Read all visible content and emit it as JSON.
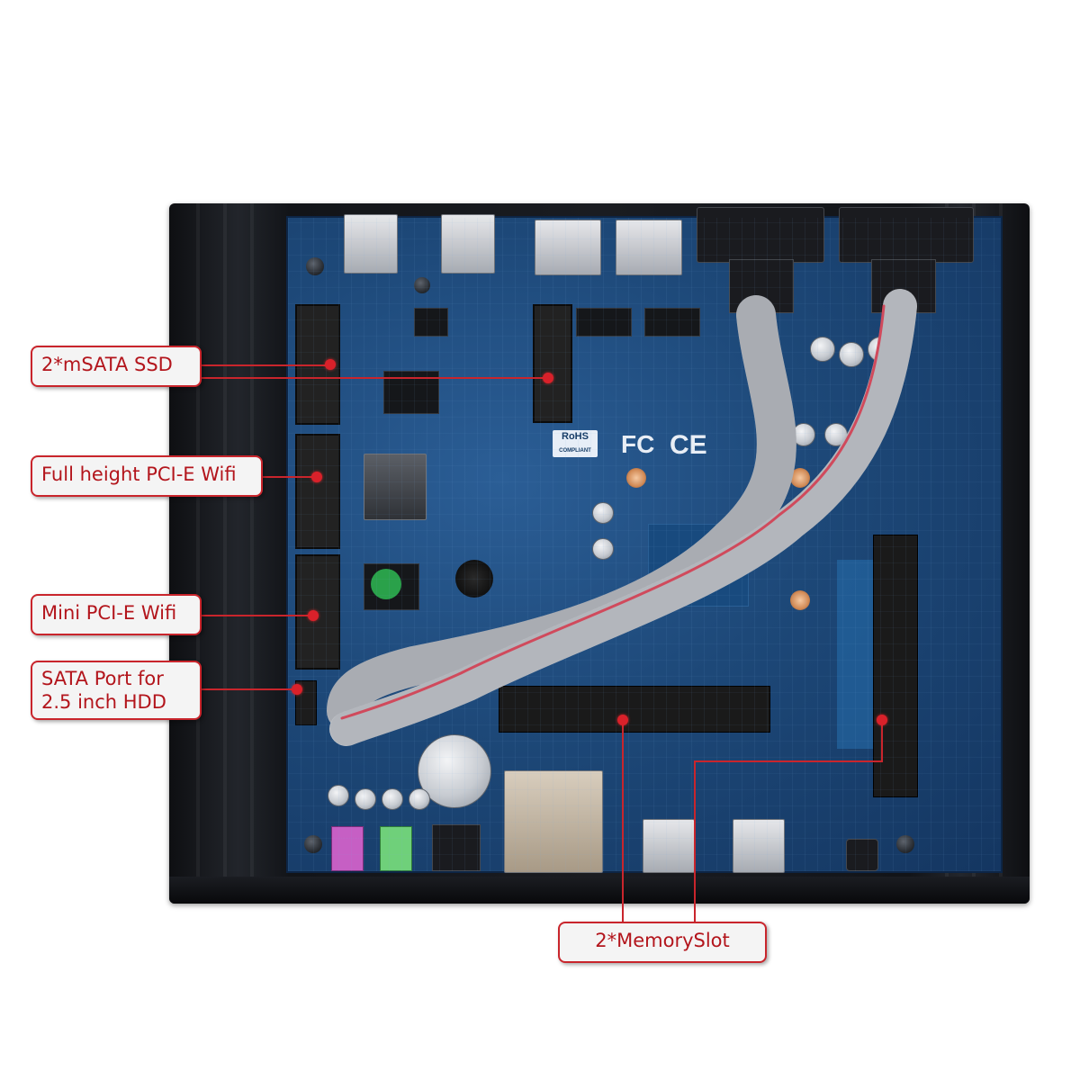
{
  "callouts": {
    "msata": "2*mSATA SSD",
    "pcie_full": "Full height PCI-E Wifi",
    "pcie_mini": "Mini PCI-E Wifi",
    "sata_line1": "SATA Port for",
    "sata_line2": "2.5 inch HDD",
    "memory": "2*MemorySlot"
  },
  "colors": {
    "callout_border": "#c9252c",
    "callout_text": "#b3151c",
    "pointer": "#d9212a",
    "board": "#1d4878",
    "case": "#16181c"
  }
}
